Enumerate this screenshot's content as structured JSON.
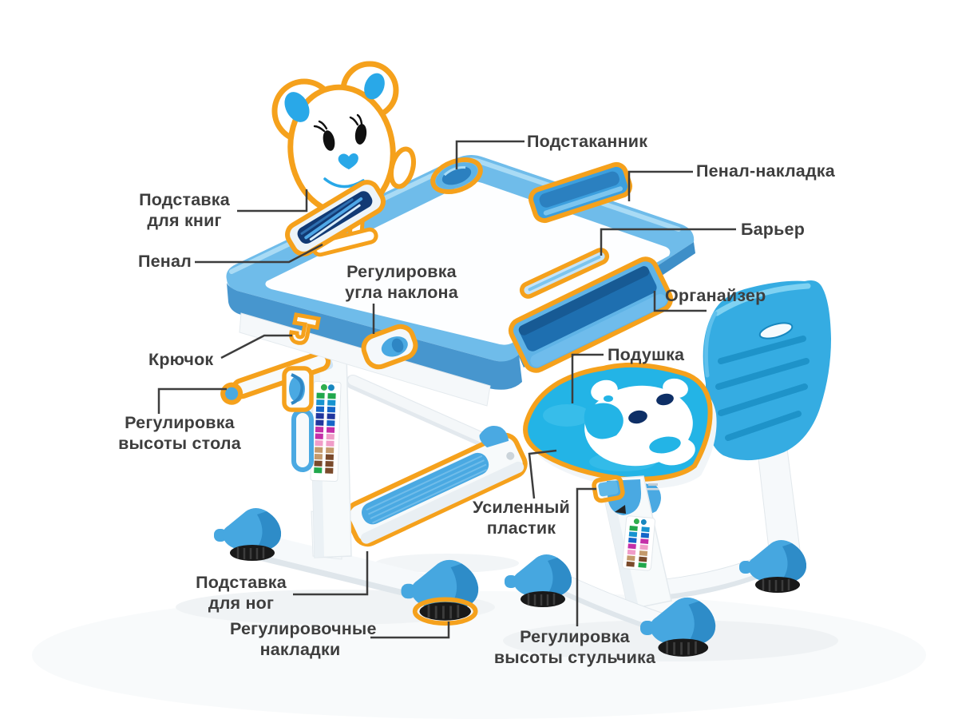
{
  "diagram": {
    "type": "product-callout-diagram",
    "subject": "children desk and chair set",
    "labels": [
      {
        "id": "cup-holder",
        "text": "Подстаканник"
      },
      {
        "id": "pencil-overlay",
        "text": "Пенал-накладка"
      },
      {
        "id": "barrier",
        "text": "Барьер"
      },
      {
        "id": "organizer",
        "text": "Органайзер"
      },
      {
        "id": "cushion",
        "text": "Подушка"
      },
      {
        "id": "book-stand",
        "text": "Подставка\nдля книг"
      },
      {
        "id": "pencil-case",
        "text": "Пенал"
      },
      {
        "id": "tilt-adjustment",
        "text": "Регулировка\nугла наклона"
      },
      {
        "id": "hook",
        "text": "Крючок"
      },
      {
        "id": "desk-height",
        "text": "Регулировка\nвысоты стола"
      },
      {
        "id": "footrest",
        "text": "Подставка\nдля ног"
      },
      {
        "id": "adjustment-pads",
        "text": "Регулировочные\nнакладки"
      },
      {
        "id": "reinforced-plastic",
        "text": "Усиленный\nпластик"
      },
      {
        "id": "chair-height",
        "text": "Регулировка\nвысоты стульчика"
      }
    ],
    "colors": {
      "highlight_outline": "#F5A11C",
      "blue_main": "#46A7E0",
      "blue_light": "#7CC5EE",
      "blue_dark": "#2E8CC8",
      "cyan_cushion": "#23B4E6",
      "navy": "#0E2F66",
      "label_text": "#3E3E3E",
      "connector_line": "#3D3D3D",
      "background": "#FFFFFF"
    }
  }
}
